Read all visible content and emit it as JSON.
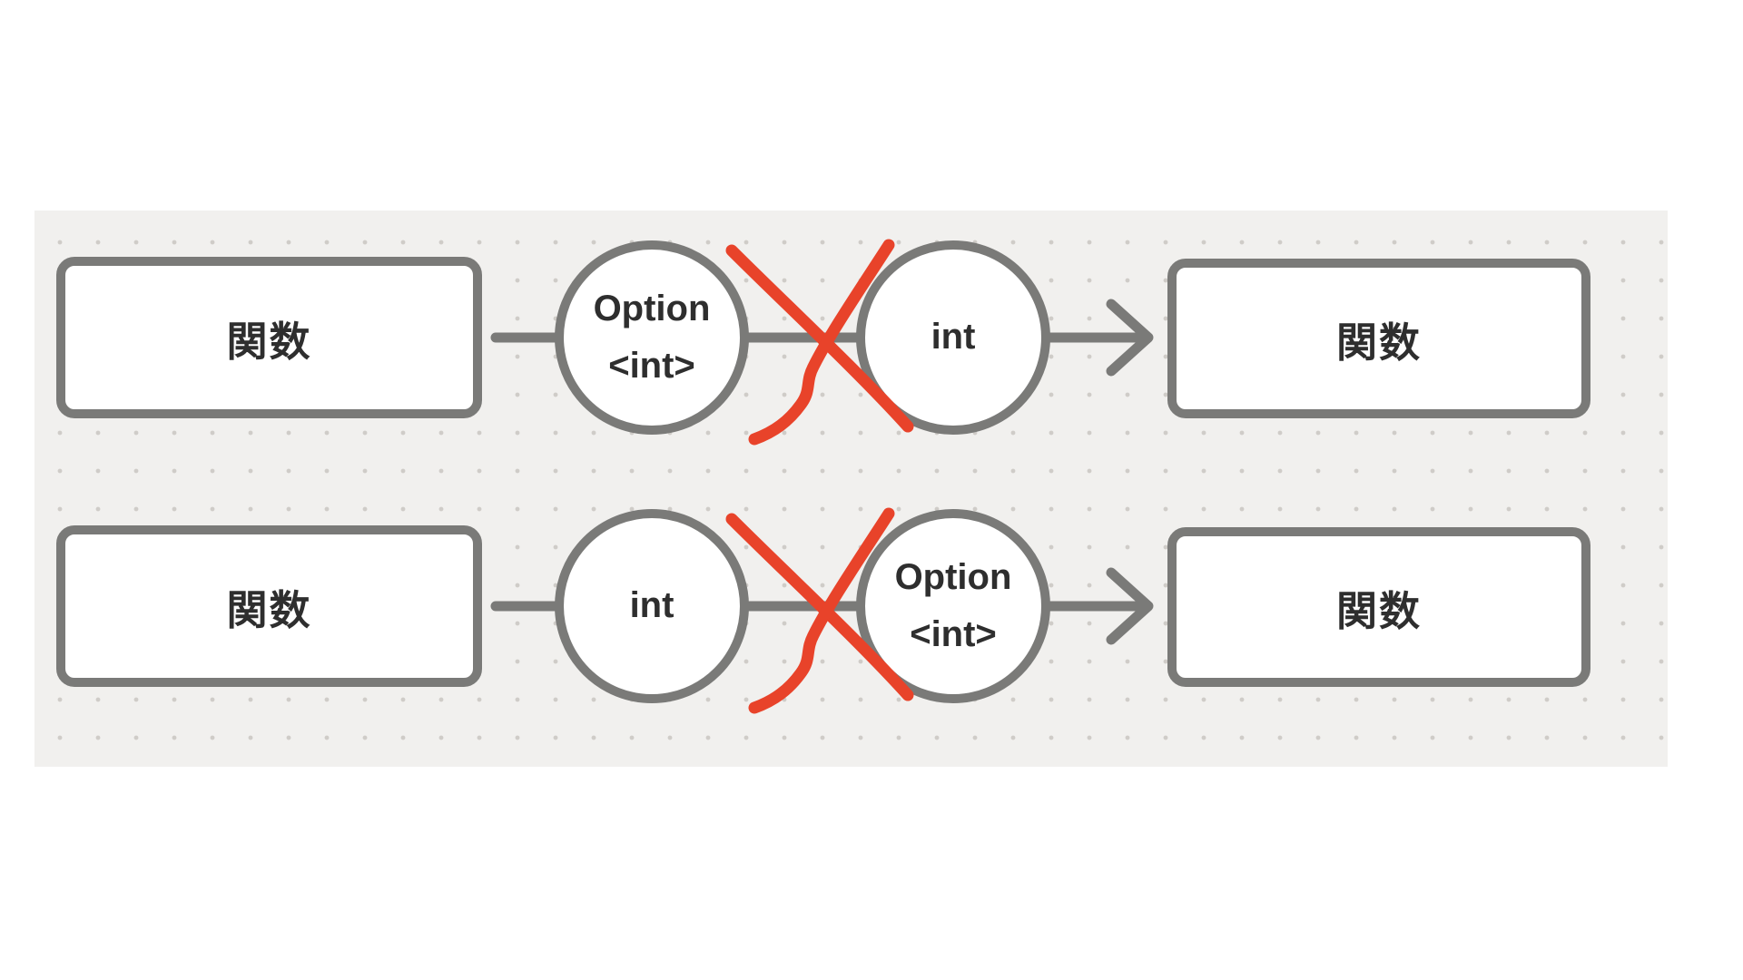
{
  "colors": {
    "page_bg": "#ffffff",
    "canvas_bg": "#f1f0ee",
    "grid_dot": "#cfccc8",
    "shape_stroke": "#7a7a78",
    "shape_fill": "#ffffff",
    "text": "#2e2e2e",
    "cross": "#e8432a"
  },
  "diagram": {
    "rows": [
      {
        "source_box": "関数",
        "from_node": {
          "lines": [
            "Option",
            "<int>"
          ]
        },
        "to_node": {
          "lines": [
            "int"
          ]
        },
        "target_box": "関数",
        "connection_state": "crossed-out"
      },
      {
        "source_box": "関数",
        "from_node": {
          "lines": [
            "int"
          ]
        },
        "to_node": {
          "lines": [
            "Option",
            "<int>"
          ]
        },
        "target_box": "関数",
        "connection_state": "crossed-out"
      }
    ]
  }
}
